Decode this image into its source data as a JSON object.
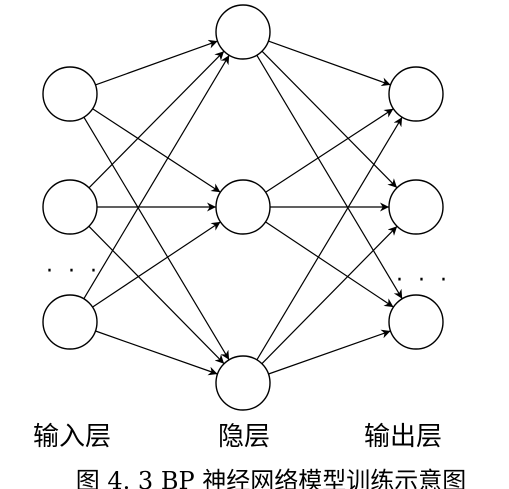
{
  "diagram": {
    "layers": [
      {
        "label": "输入层",
        "nodes": 3,
        "ellipsis": "· · ·"
      },
      {
        "label": "隐层",
        "nodes": 3
      },
      {
        "label": "输出层",
        "nodes": 3,
        "ellipsis": "· · ·"
      }
    ],
    "connectivity": "fully-connected",
    "caption": "图 4. 3 BP 神经网络模型训练示意图"
  }
}
